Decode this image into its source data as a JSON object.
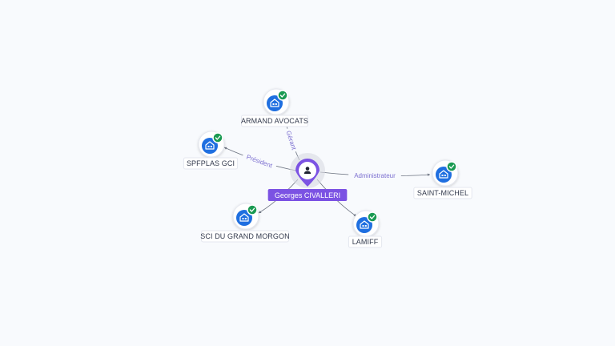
{
  "center": {
    "name": "Georges CIVALLERI",
    "icon": "person-icon",
    "color": "#7b52e3"
  },
  "companies": [
    {
      "id": "armand",
      "name": "ARMAND AVOCATS",
      "relation": "Gérant",
      "icon": "building-icon",
      "verified": true
    },
    {
      "id": "spfplas",
      "name": "SPFPLAS GCI",
      "relation": "Président",
      "icon": "building-icon",
      "verified": true
    },
    {
      "id": "saintmichel",
      "name": "SAINT-MICHEL",
      "relation": "Administrateur",
      "icon": "building-icon",
      "verified": true
    },
    {
      "id": "grandmorgon",
      "name": "SCI DU GRAND MORGON",
      "relation": "",
      "icon": "building-icon",
      "verified": true
    },
    {
      "id": "lamiff",
      "name": "LAMIFF",
      "relation": "",
      "icon": "building-icon",
      "verified": true
    }
  ],
  "colors": {
    "company": "#1f6fe0",
    "verified": "#1a9a52",
    "edge": "#6b7280",
    "edge_label": "#7c6fd0"
  }
}
